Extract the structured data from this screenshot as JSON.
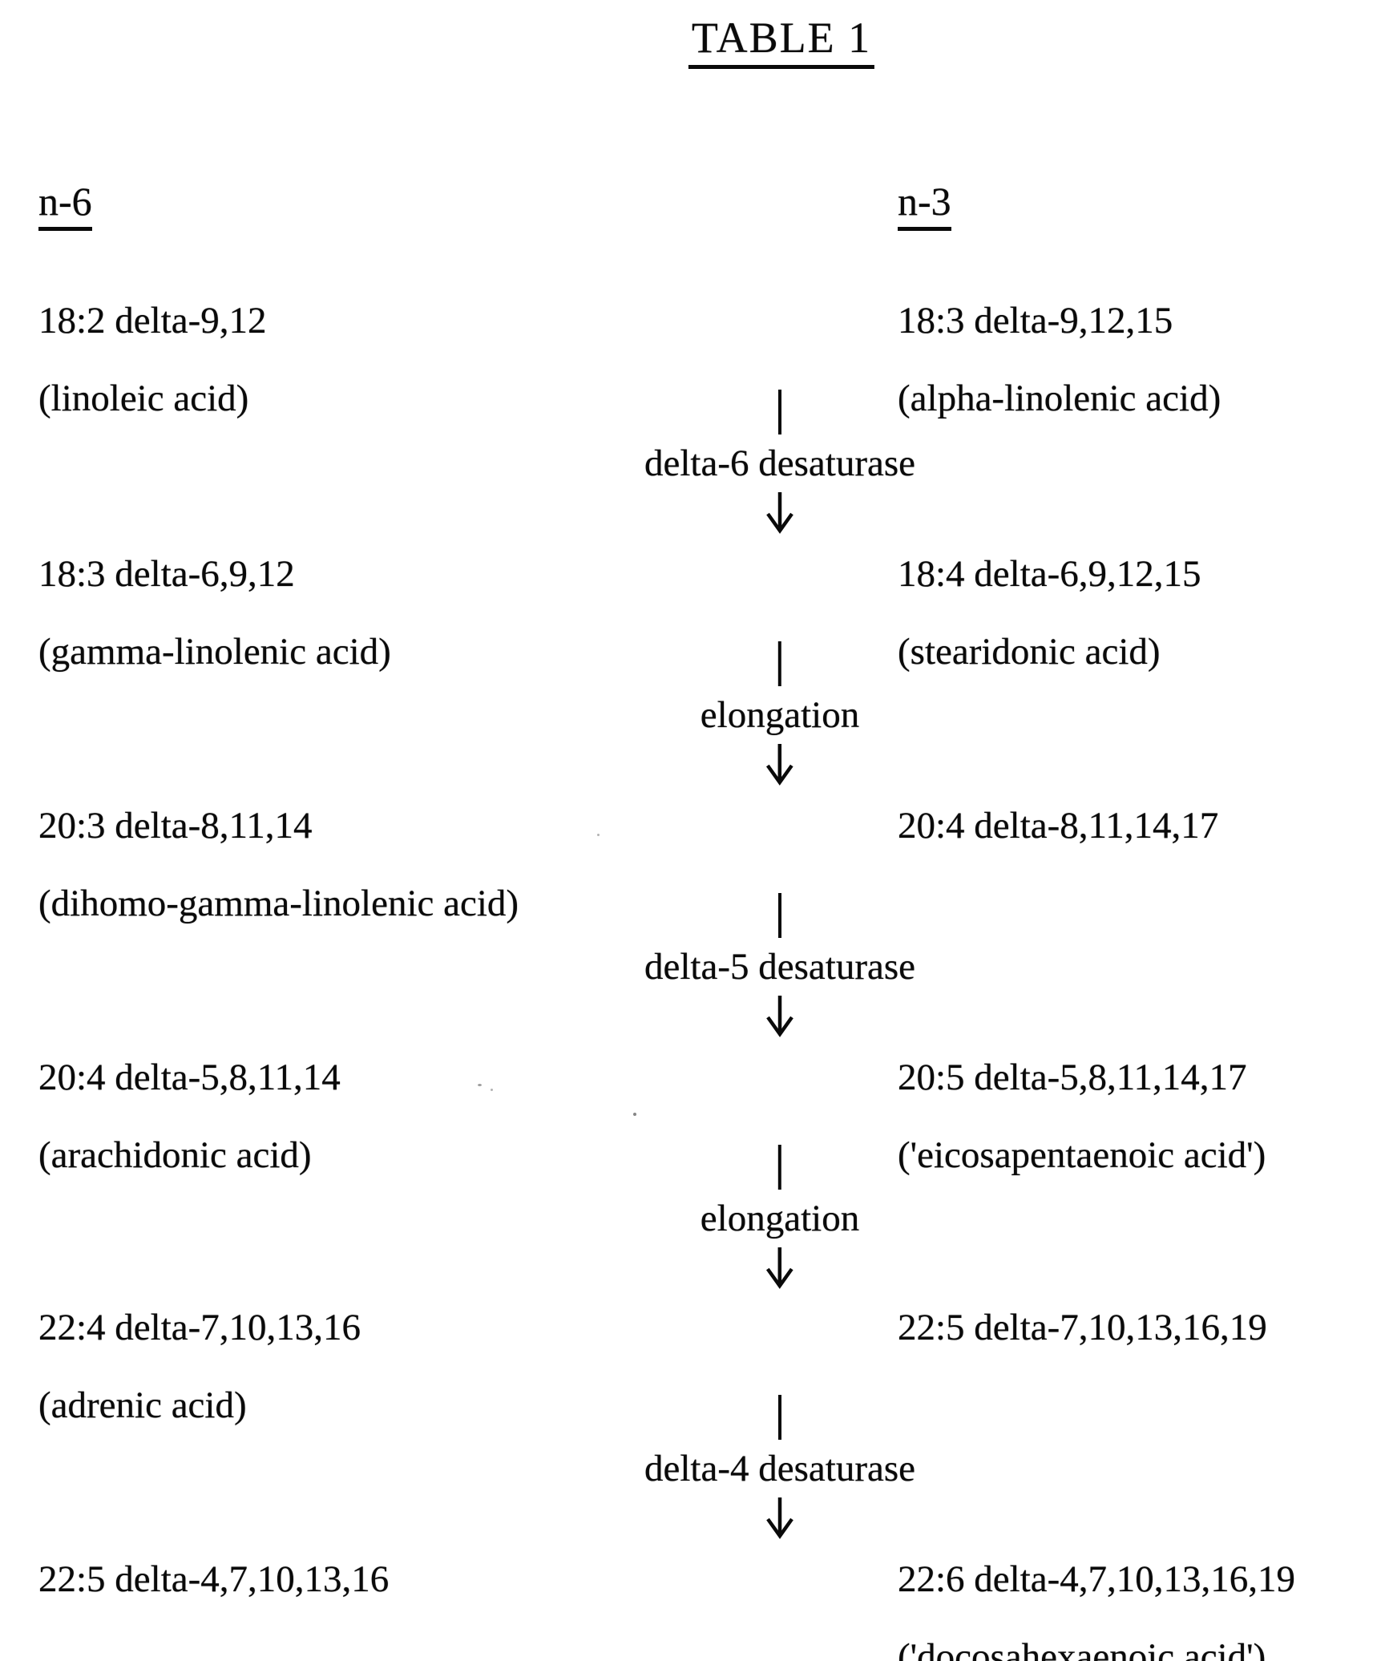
{
  "title": "TABLE 1",
  "columns": {
    "left_header": "n-6",
    "right_header": "n-3"
  },
  "rows": [
    {
      "left_formula": "18:2 delta-9,12",
      "left_name": "(linoleic acid)",
      "right_formula": "18:3 delta-9,12,15",
      "right_name": "(alpha-linolenic acid)"
    },
    {
      "left_formula": "18:3 delta-6,9,12",
      "left_name": "(gamma-linolenic acid)",
      "right_formula": "18:4 delta-6,9,12,15",
      "right_name": "(stearidonic acid)"
    },
    {
      "left_formula": "20:3 delta-8,11,14",
      "left_name": "(dihomo-gamma-linolenic acid)",
      "right_formula": "20:4 delta-8,11,14,17"
    },
    {
      "left_formula": "20:4 delta-5,8,11,14",
      "left_name": "(arachidonic acid)",
      "right_formula": "20:5 delta-5,8,11,14,17",
      "right_name": "('eicosapentaenoic acid')"
    },
    {
      "left_formula": "22:4 delta-7,10,13,16",
      "left_name": "(adrenic acid)",
      "right_formula": "22:5 delta-7,10,13,16,19"
    },
    {
      "left_formula": "22:5 delta-4,7,10,13,16",
      "right_formula": "22:6 delta-4,7,10,13,16,19",
      "right_name": "('docosahexaenoic acid')"
    }
  ],
  "steps": [
    {
      "label": "delta-6 desaturase"
    },
    {
      "label": "elongation"
    },
    {
      "label": "delta-5 desaturase"
    },
    {
      "label": "elongation"
    },
    {
      "label": "delta-4 desaturase"
    }
  ],
  "ink_color": "#0a0a0a"
}
